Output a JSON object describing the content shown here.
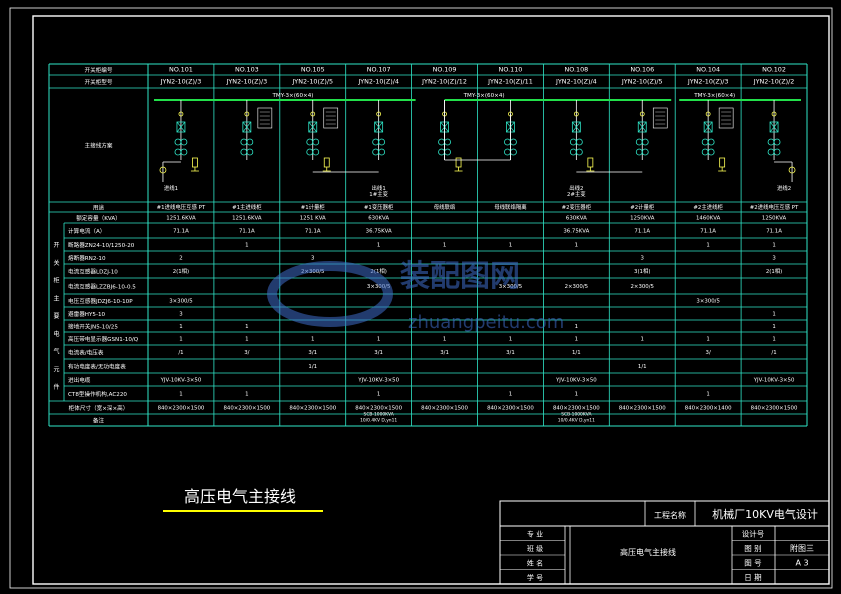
{
  "table": {
    "row_labels": [
      "开关柜编号",
      "开关柜型号",
      "主接线方案",
      "用途",
      "额定容量（KVA）",
      "计算电流（A）",
      "断路器ZN24-10/1250-20",
      "熔断器RN2-10",
      "电流互感器LDZJ-10",
      "电流互感器LZZBJ6-10-0.5",
      "电压互感器JDZJ6-10-10P",
      "避雷器HY5-10",
      "接地开关JN5-10/25",
      "高压带电显示器GSN1-10/Q",
      "电流表/电压表",
      "有功电度表/无功电度表",
      "进出电缆",
      "CT8型操作机构,AC220",
      "柜体尺寸（宽×深×高）",
      "备注"
    ],
    "side_label": "开关柜主要电气元件",
    "busbar_labels": [
      "TMY-3×(60×4)",
      "TMY-3×(60×4)",
      "TMY-3×(60×4)"
    ],
    "columns": [
      {
        "no": "NO.101",
        "model": "JYN2-10(Z)/3",
        "use": "#1进线电压互感 PT",
        "cap": "1251.6KVA",
        "cur": "71.1A",
        "cb": "",
        "fuse": "2",
        "ct1": "2(1相)",
        "ct2": "",
        "vt": "3×300/5",
        "arr": "3",
        "es": "1",
        "ind": "1",
        "meter": "/1",
        "kwh": "",
        "cable": "YJV-10KV-3×50",
        "op": "1",
        "size": "840×2300×1500",
        "note": "",
        "diag": "进线1"
      },
      {
        "no": "NO.103",
        "model": "JYN2-10(Z)/3",
        "use": "#1主进线柜",
        "cap": "1251.6KVA",
        "cur": "71.1A",
        "cb": "1",
        "fuse": "",
        "ct1": "",
        "ct2": "",
        "vt": "",
        "arr": "",
        "es": "1",
        "ind": "1",
        "meter": "3/",
        "kwh": "",
        "cable": "",
        "op": "1",
        "size": "840×2300×1500",
        "note": "",
        "diag": ""
      },
      {
        "no": "NO.105",
        "model": "JYN2-10(Z)/5",
        "use": "#1计量柜",
        "cap": "1251 KVA",
        "cur": "71.1A",
        "cb": "",
        "fuse": "3",
        "ct1": "2×300/5",
        "ct2": "",
        "vt": "",
        "arr": "",
        "es": "",
        "ind": "1",
        "meter": "3/1",
        "kwh": "1/1",
        "cable": "",
        "op": "",
        "size": "840×2300×1500",
        "note": "",
        "diag": ""
      },
      {
        "no": "NO.107",
        "model": "JYN2-10(Z)/4",
        "use": "#1变压器柜",
        "cap": "630KVA",
        "cur": "36.75KVA",
        "cb": "1",
        "fuse": "",
        "ct1": "2(1相)",
        "ct2": "3×300/5",
        "vt": "",
        "arr": "",
        "es": "",
        "ind": "1",
        "meter": "3/1",
        "kwh": "",
        "cable": "YJV-10KV-3×50",
        "op": "1",
        "size": "840×2300×1500",
        "note": "SCB-1000KVA 10/0.4KV D,yn11",
        "diag": "出线1 1#主变"
      },
      {
        "no": "NO.109",
        "model": "JYN2-10(Z)/12",
        "use": "母线联络",
        "cap": "",
        "cur": "",
        "cb": "1",
        "fuse": "",
        "ct1": "",
        "ct2": "",
        "vt": "",
        "arr": "",
        "es": "",
        "ind": "1",
        "meter": "3/1",
        "kwh": "",
        "cable": "",
        "op": "",
        "size": "840×2300×1500",
        "note": "",
        "diag": ""
      },
      {
        "no": "NO.110",
        "model": "JYN2-10(Z)/11",
        "use": "母线联络隔离",
        "cap": "",
        "cur": "",
        "cb": "1",
        "fuse": "",
        "ct1": "",
        "ct2": "3×300/5",
        "vt": "",
        "arr": "",
        "es": "",
        "ind": "1",
        "meter": "3/1",
        "kwh": "",
        "cable": "",
        "op": "1",
        "size": "840×2300×1500",
        "note": "",
        "diag": ""
      },
      {
        "no": "NO.108",
        "model": "JYN2-10(Z)/4",
        "use": "#2变压器柜",
        "cap": "630KVA",
        "cur": "36.75KVA",
        "cb": "1",
        "fuse": "",
        "ct1": "",
        "ct2": "2×300/5",
        "vt": "",
        "arr": "",
        "es": "1",
        "ind": "1",
        "meter": "1/1",
        "kwh": "",
        "cable": "YJV-10KV-3×50",
        "op": "1",
        "size": "840×2300×1500",
        "note": "SCB-1000KVA 10/0.4KV D,yn11",
        "diag": "出线2 2#主变"
      },
      {
        "no": "NO.106",
        "model": "JYN2-10(Z)/5",
        "use": "#2计量柜",
        "cap": "1250KVA",
        "cur": "71.1A",
        "cb": "",
        "fuse": "3",
        "ct1": "3(1相)",
        "ct2": "2×300/5",
        "vt": "",
        "arr": "",
        "es": "",
        "ind": "1",
        "meter": "",
        "kwh": "1/1",
        "cable": "",
        "op": "",
        "size": "840×2300×1500",
        "note": "",
        "diag": ""
      },
      {
        "no": "NO.104",
        "model": "JYN2-10(Z)/3",
        "use": "#2主进线柜",
        "cap": "1460KVA",
        "cur": "71.1A",
        "cb": "1",
        "fuse": "",
        "ct1": "",
        "ct2": "",
        "vt": "3×300/5",
        "arr": "",
        "es": "",
        "ind": "1",
        "meter": "3/",
        "kwh": "",
        "cable": "",
        "op": "1",
        "size": "840×2300×1400",
        "note": "",
        "diag": ""
      },
      {
        "no": "NO.102",
        "model": "JYN2-10(Z)/2",
        "use": "#2进线电压互感 PT",
        "cap": "1250KVA",
        "cur": "71.1A",
        "cb": "1",
        "fuse": "3",
        "ct1": "2(1相)",
        "ct2": "",
        "vt": "",
        "arr": "1",
        "es": "1",
        "ind": "1",
        "meter": "/1",
        "kwh": "",
        "cable": "YJV-10KV-3×50",
        "op": "",
        "size": "840×2300×1500",
        "note": "",
        "diag": "进线2"
      }
    ]
  },
  "drawing_title": "高压电气主接线",
  "title_block": {
    "project_label": "工程名称",
    "project_name": "机械厂10KV电气设计",
    "roles": [
      "专 业",
      "班 级",
      "姓 名",
      "学 号"
    ],
    "center_title": "高压电气主接线",
    "right_labels": [
      "设计号",
      "图 别",
      "图 号",
      "日 期"
    ],
    "right_values": [
      "",
      "附图三",
      "A 3",
      ""
    ]
  },
  "watermark": {
    "brand": "装配图网",
    "url": "zhuangpeitu.com"
  },
  "colors": {
    "grid": "#2fe6c8",
    "line": "#ffffff",
    "bus": "#22e04a",
    "device": "#2fe6c8",
    "symbol": "#ffff55",
    "title": "#ffffff",
    "underline": "#ffff00"
  }
}
